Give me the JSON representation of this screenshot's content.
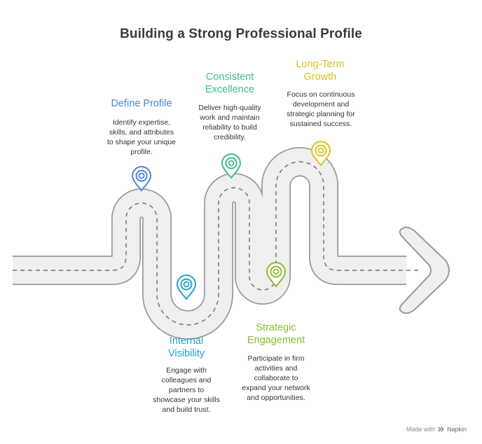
{
  "title": "Building a Strong Professional Profile",
  "colors": {
    "road_fill": "#eeeeee",
    "road_edge": "#9a9a9a",
    "dash": "#777777",
    "define": "#4a86d8",
    "visibility": "#22a3c9",
    "excellence": "#3dbf86",
    "engagement": "#8cbc2e",
    "growth": "#d9c31a"
  },
  "steps": {
    "define": {
      "title": "Define Profile",
      "desc_lines": [
        "Identify expertise,",
        "skills, and attributes",
        "to shape your unique",
        "profile."
      ]
    },
    "visibility": {
      "title_lines": [
        "Internal",
        "Visibility"
      ],
      "desc_lines": [
        "Engage with",
        "colleagues and",
        "partners to",
        "showcase your skills",
        "and build trust."
      ]
    },
    "excellence": {
      "title_lines": [
        "Consistent",
        "Excellence"
      ],
      "desc_lines": [
        "Deliver high-quality",
        "work and maintain",
        "reliability to build",
        "credibility."
      ]
    },
    "engagement": {
      "title_lines": [
        "Strategic",
        "Engagement"
      ],
      "desc_lines": [
        "Participate in firm",
        "activities and",
        "collaborate to",
        "expand your network",
        "and opportunities."
      ]
    },
    "growth": {
      "title_lines": [
        "Long-Term",
        "Growth"
      ],
      "desc_lines": [
        "Focus on continuous",
        "development and",
        "strategic planning for",
        "sustained success."
      ]
    }
  },
  "footer": {
    "made_with": "Made with",
    "brand_icon": "napkin-logo-icon",
    "brand": "Napkin"
  }
}
